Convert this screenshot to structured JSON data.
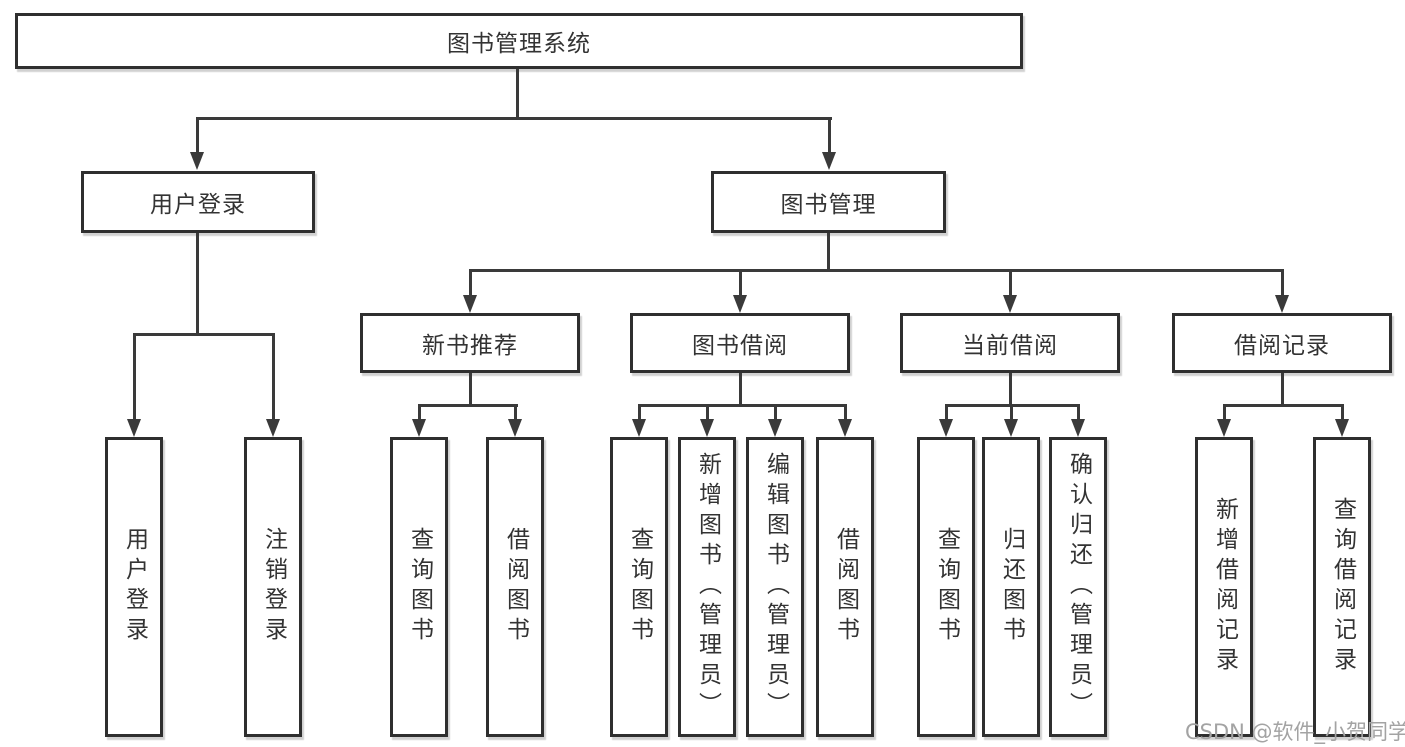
{
  "tree": {
    "root": "图书管理系统",
    "children": [
      {
        "label": "用户登录",
        "children": [
          "用户登录",
          "注销登录"
        ]
      },
      {
        "label": "图书管理",
        "children": [
          {
            "label": "新书推荐",
            "children": [
              "查询图书",
              "借阅图书"
            ]
          },
          {
            "label": "图书借阅",
            "children": [
              "查询图书",
              "新增图书（管理员）",
              "编辑图书（管理员）",
              "借阅图书"
            ]
          },
          {
            "label": "当前借阅",
            "children": [
              "查询图书",
              "归还图书",
              "确认归还（管理员）"
            ]
          },
          {
            "label": "借阅记录",
            "children": [
              "新增借阅记录",
              "查询借阅记录"
            ]
          }
        ]
      }
    ]
  },
  "watermark": {
    "text": "CSDN @软件_小贺同学"
  },
  "colors": {
    "line": "#3a3a3a",
    "border": "#2f2f2f",
    "text": "#333333",
    "watermark": "#a3a3a3",
    "background": "#ffffff"
  }
}
